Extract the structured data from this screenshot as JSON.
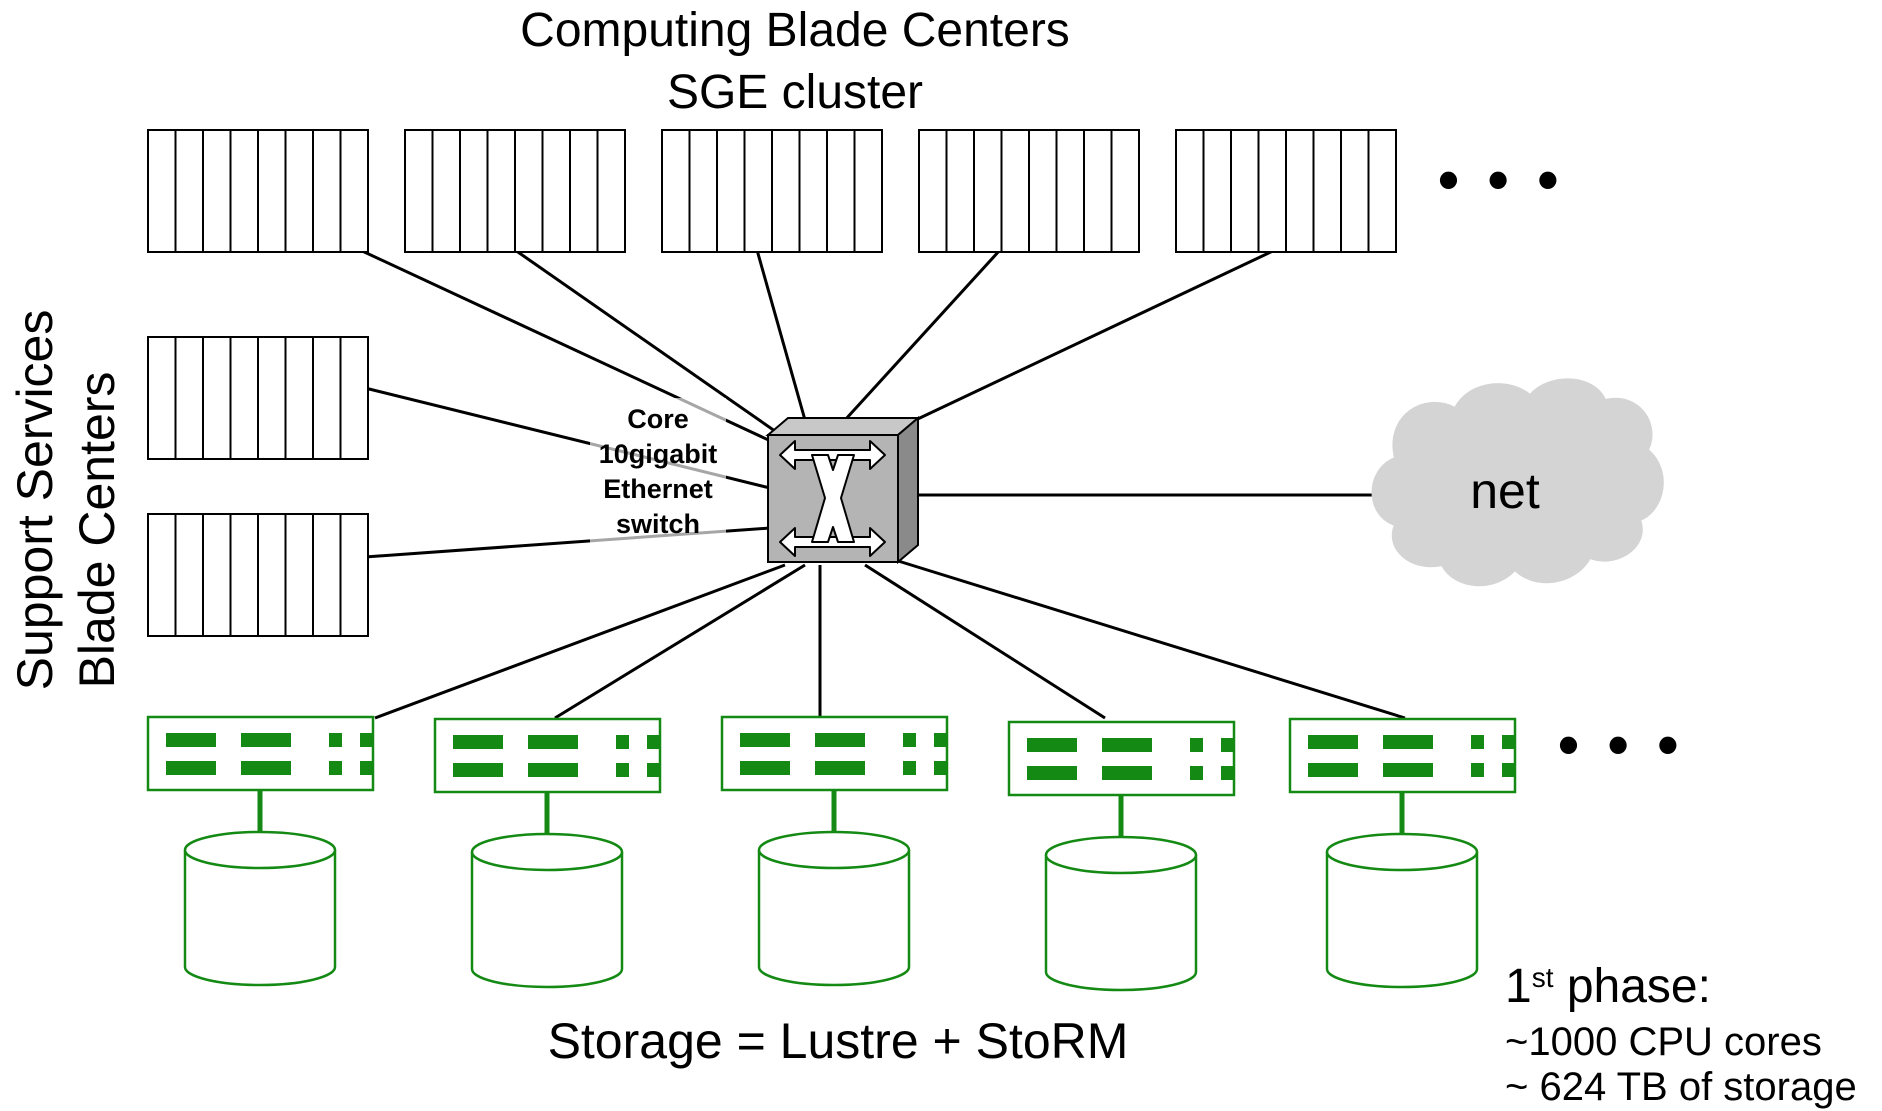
{
  "title": {
    "line1": "Computing Blade Centers",
    "line2": "SGE cluster"
  },
  "side_label": {
    "line1": "Support Services",
    "line2": "Blade Centers"
  },
  "switch_label": {
    "line1": "Core",
    "line2": "10gigabit",
    "line3": "Ethernet",
    "line4": "switch"
  },
  "net_label": "net",
  "storage_label": "Storage = Lustre + StoRM",
  "continuation": "• • •",
  "phase": {
    "prefix": "1",
    "sup": "st",
    "suffix": " phase:",
    "line2": "~1000 CPU cores",
    "line3": "~ 624 TB of storage"
  },
  "colors": {
    "storage_green": "#148a14",
    "switch_gray": "#b4b4b4",
    "cloud_gray": "#d4d4d4",
    "line_black": "#000000"
  },
  "icons": {
    "blade_center": "blade-center-icon",
    "switch": "network-switch-icon",
    "cloud": "cloud-icon",
    "storage_server": "storage-server-icon",
    "disk": "disk-cylinder-icon"
  }
}
